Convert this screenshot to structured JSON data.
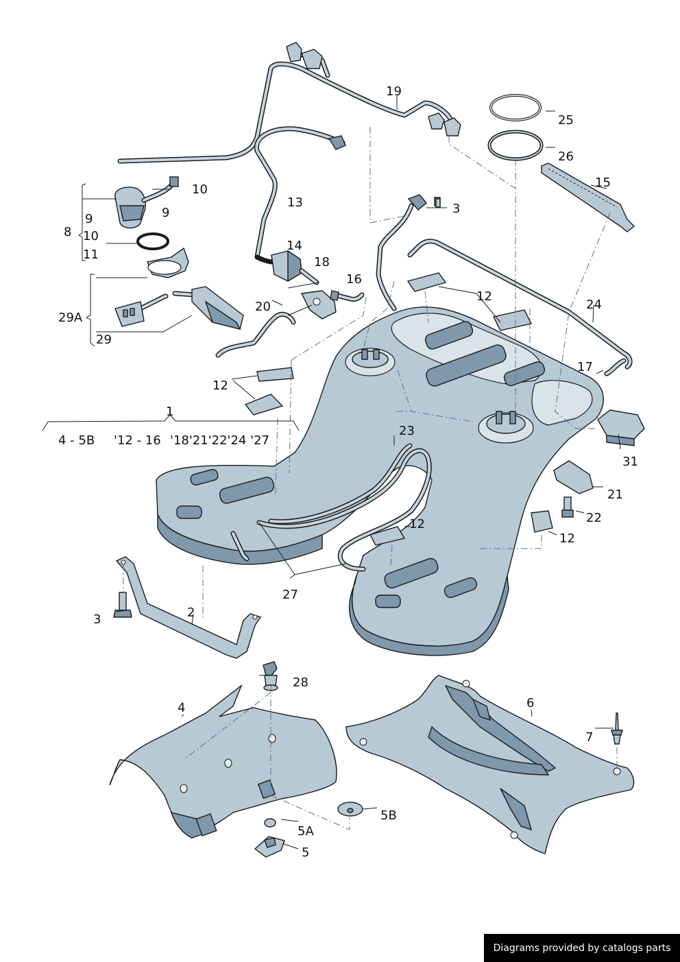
{
  "callouts": {
    "c1": "1",
    "c2": "2",
    "c3a": "3",
    "c3b": "3",
    "c4": "4",
    "c5": "5",
    "c5a": "5A",
    "c5b": "5B",
    "c6": "6",
    "c7": "7",
    "c8": "8",
    "c9a": "9",
    "c9b": "9",
    "c10a": "10",
    "c10b": "10",
    "c11": "11",
    "c12a": "12",
    "c12b": "12",
    "c12c": "12",
    "c12d": "12",
    "c13": "13",
    "c14": "14",
    "c15": "15",
    "c16": "16",
    "c17": "17",
    "c18": "18",
    "c19": "19",
    "c20": "20",
    "c21": "21",
    "c22": "22",
    "c23": "23",
    "c24": "24",
    "c25": "25",
    "c26": "26",
    "c27": "27",
    "c28": "28",
    "c29": "29",
    "c29a": "29A",
    "c31": "31"
  },
  "sub_refs": {
    "left": "4 - 5B",
    "middle": "'12 - 16",
    "right": "'18'21'22'24 '27"
  },
  "credit": "Diagrams provided by catalogs parts",
  "colors": {
    "part_fill": "#b8c9d6",
    "part_shadow": "#7f98ab",
    "outline": "#1a1a1a",
    "credit_bg": "#000000",
    "credit_text": "#ffffff"
  }
}
